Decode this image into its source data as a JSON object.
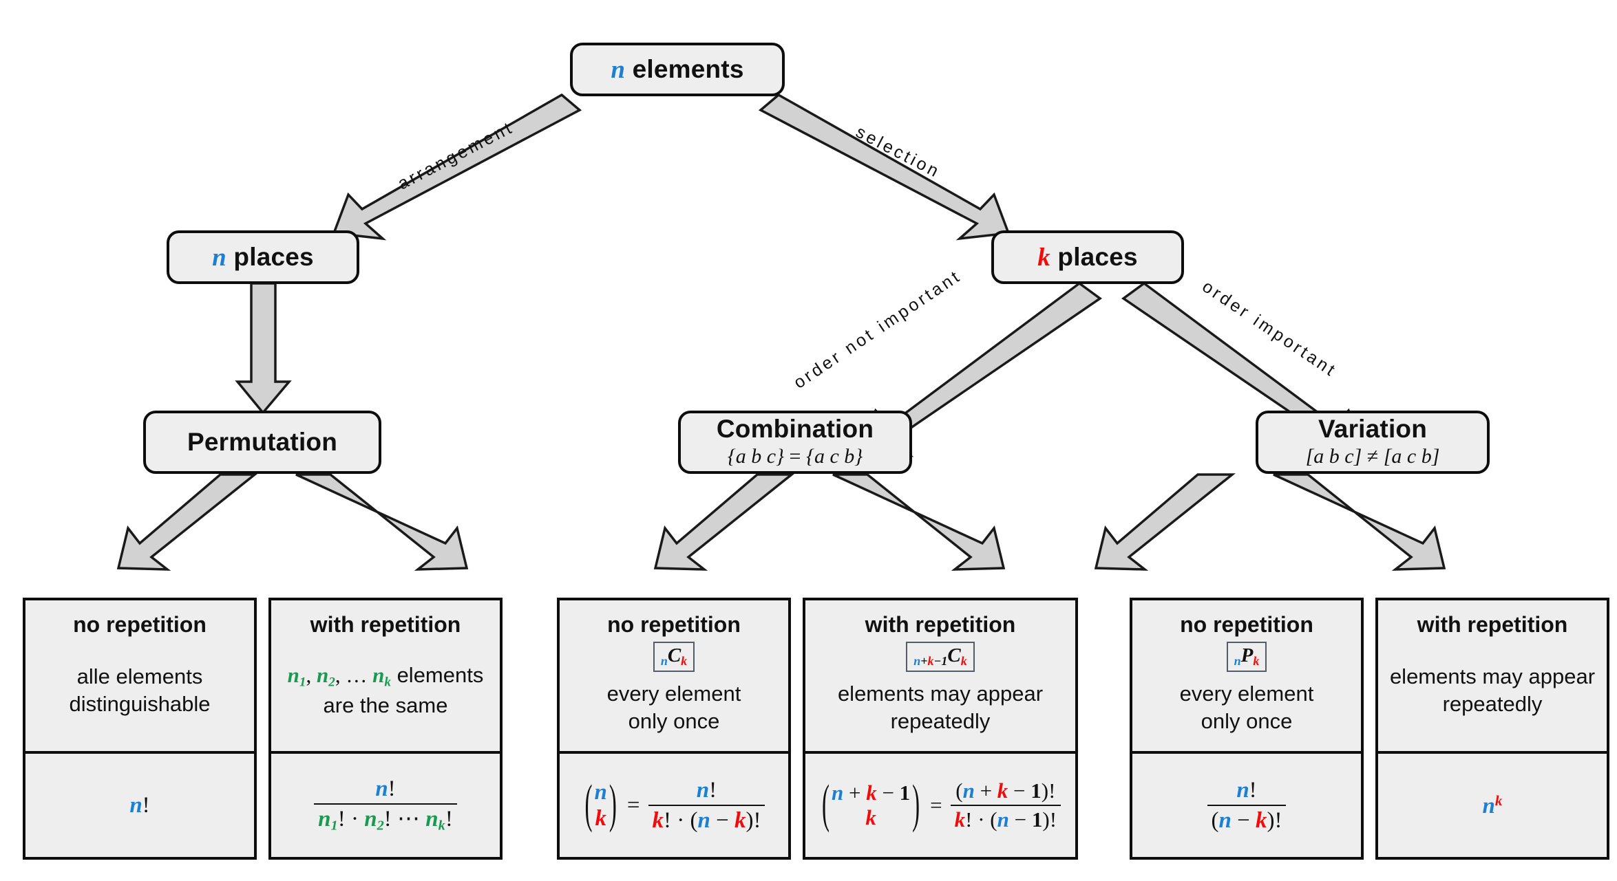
{
  "diagram": {
    "title": "Combinatorics decision tree",
    "colors": {
      "n": "#1b7fd4",
      "k": "#f30b0b",
      "subset": "#1a9a50",
      "box_fill": "#eeeeee",
      "box_stroke": "#0d0d0d",
      "arrow_fill": "#d2d2d2"
    }
  },
  "nodes": {
    "root": {
      "label_var": "n",
      "label_text": "elements"
    },
    "n_places": {
      "label_var": "n",
      "label_text": "places"
    },
    "k_places": {
      "label_var": "k",
      "label_text": "places"
    },
    "permutation": {
      "title": "Permutation",
      "sub": ""
    },
    "combination": {
      "title": "Combination",
      "sub_left": "{a b c}",
      "sub_op": "=",
      "sub_right": "{a c b}"
    },
    "variation": {
      "title": "Variation",
      "sub_left": "[a b c]",
      "sub_op": "≠",
      "sub_right": "[a c b]"
    }
  },
  "edges": {
    "arrangement": "arrangement",
    "selection": "selection",
    "order_not_important": "order not important",
    "order_important": "order important"
  },
  "leaves": [
    {
      "id": "permutation-no-repetition",
      "head": "no repetition",
      "badge": "",
      "desc_line1": "alle elements",
      "desc_line2": "distinguishable",
      "formula_text": "n!"
    },
    {
      "id": "permutation-with-repetition",
      "head": "with repetition",
      "badge": "",
      "desc_line1": "n₁, n₂, … nₖ elements",
      "desc_line2": "are the same",
      "formula_text": "n! / (n₁! · n₂! ⋯ nₖ!)"
    },
    {
      "id": "combination-no-repetition",
      "head": "no repetition",
      "badge": "nCk",
      "desc_line1": "every element",
      "desc_line2": "only once",
      "formula_text": "(n over k) = n! / (k! · (n − k)!)"
    },
    {
      "id": "combination-with-repetition",
      "head": "with repetition",
      "badge": "n+k−1Ck",
      "desc_line1": "elements may appear",
      "desc_line2": "repeatedly",
      "formula_text": "(n+k−1 over k) = (n + k − 1)! / (k! · (n − 1)!)"
    },
    {
      "id": "variation-no-repetition",
      "head": "no repetition",
      "badge": "nPk",
      "desc_line1": "every element",
      "desc_line2": "only once",
      "formula_text": "n! / (n − k)!"
    },
    {
      "id": "variation-with-repetition",
      "head": "with repetition",
      "badge": "",
      "desc_line1": "elements may appear",
      "desc_line2": "repeatedly",
      "formula_text": "n^k"
    }
  ]
}
